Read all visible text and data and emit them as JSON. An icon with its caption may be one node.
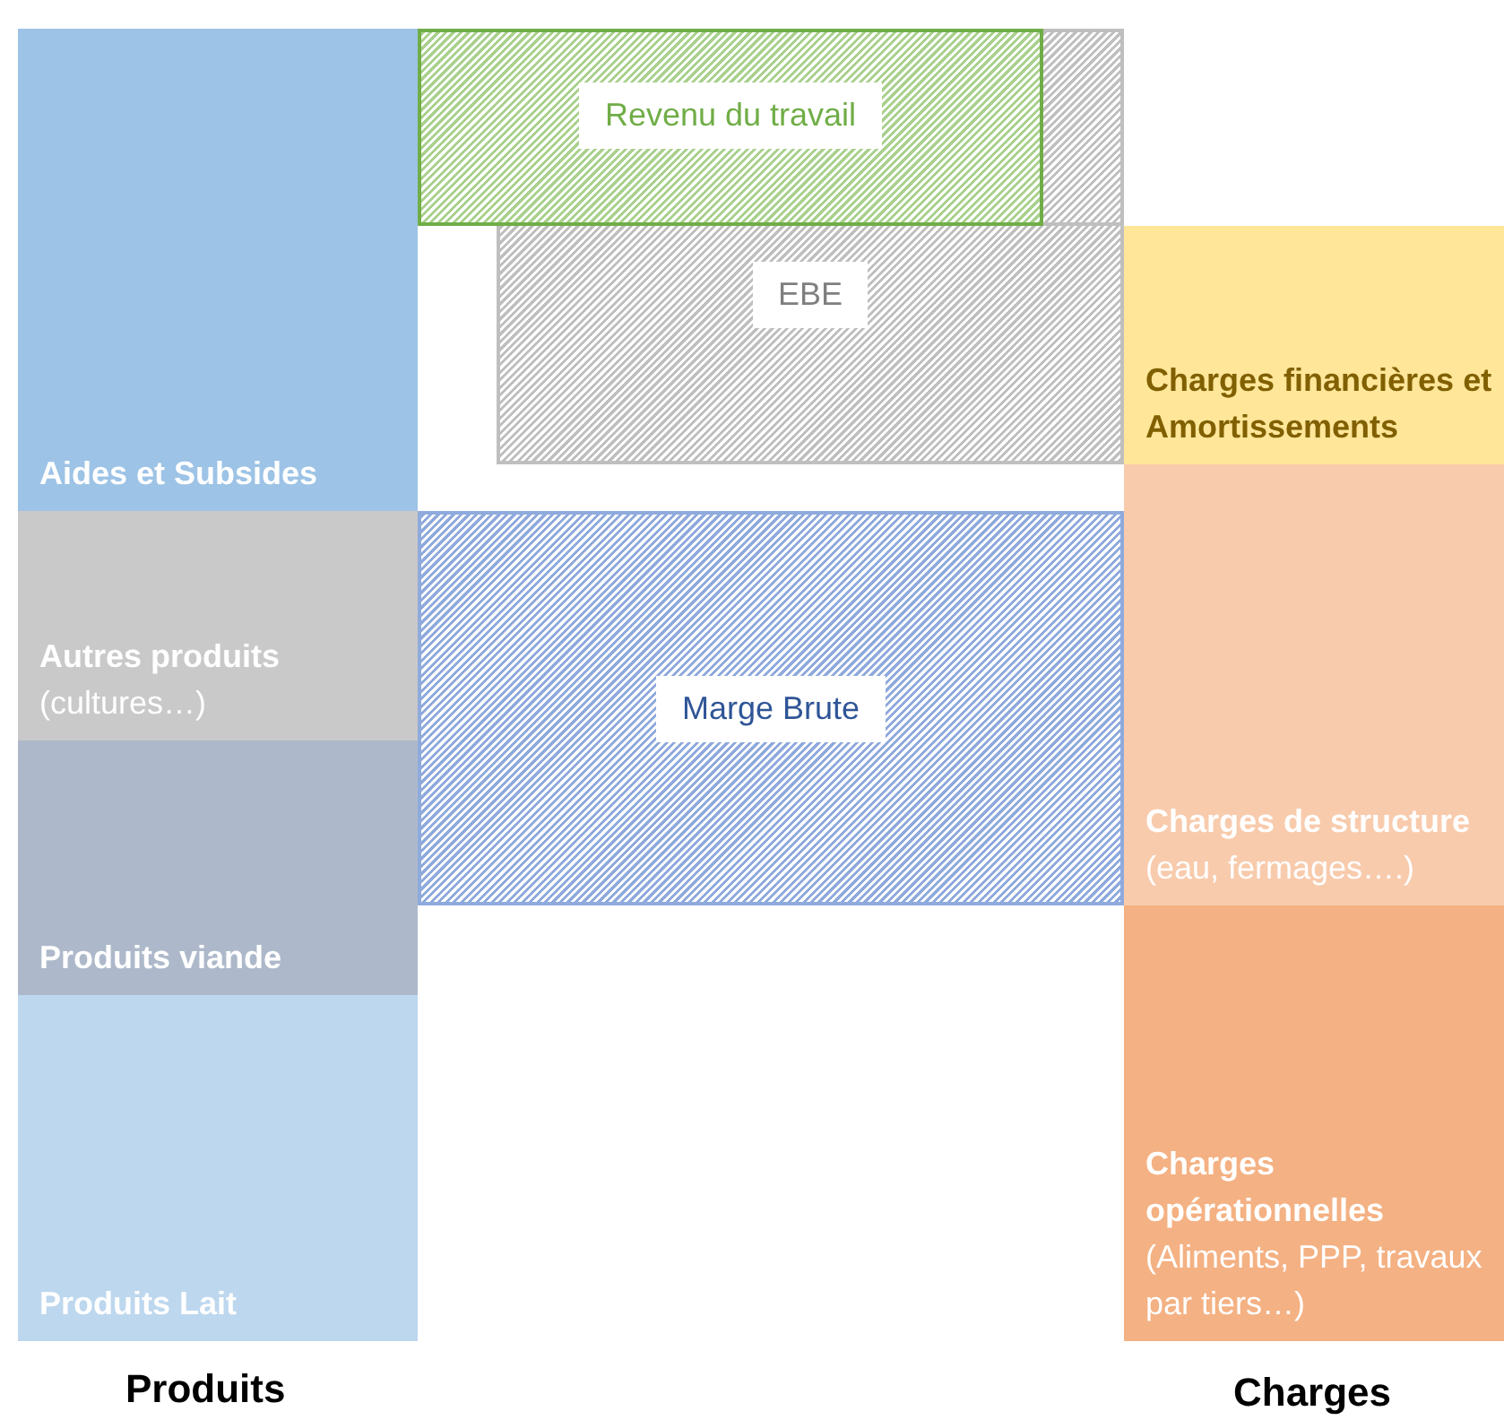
{
  "diagram": {
    "nodes": [
      {
        "text": [
          "Aides et Subsides"
        ]
      },
      {
        "text": [
          "Autres produits",
          "(cultures…)"
        ]
      },
      {
        "text": [
          "Produits viande"
        ]
      },
      {
        "text": [
          "Produits Lait"
        ]
      },
      {
        "text": [
          "Revenu du travail"
        ]
      },
      {
        "text": [
          "EBE"
        ]
      },
      {
        "text": [
          "Marge Brute"
        ]
      },
      {
        "text": [
          "Charges financières et Amortissements"
        ]
      },
      {
        "text": [
          "Charges de structure",
          "(eau, fermages….)"
        ]
      },
      {
        "text": [
          "Charges opérationnelles",
          "(Aliments, PPP, travaux par tiers…)"
        ]
      }
    ],
    "labels": [
      "Produits",
      "Charges"
    ]
  }
}
